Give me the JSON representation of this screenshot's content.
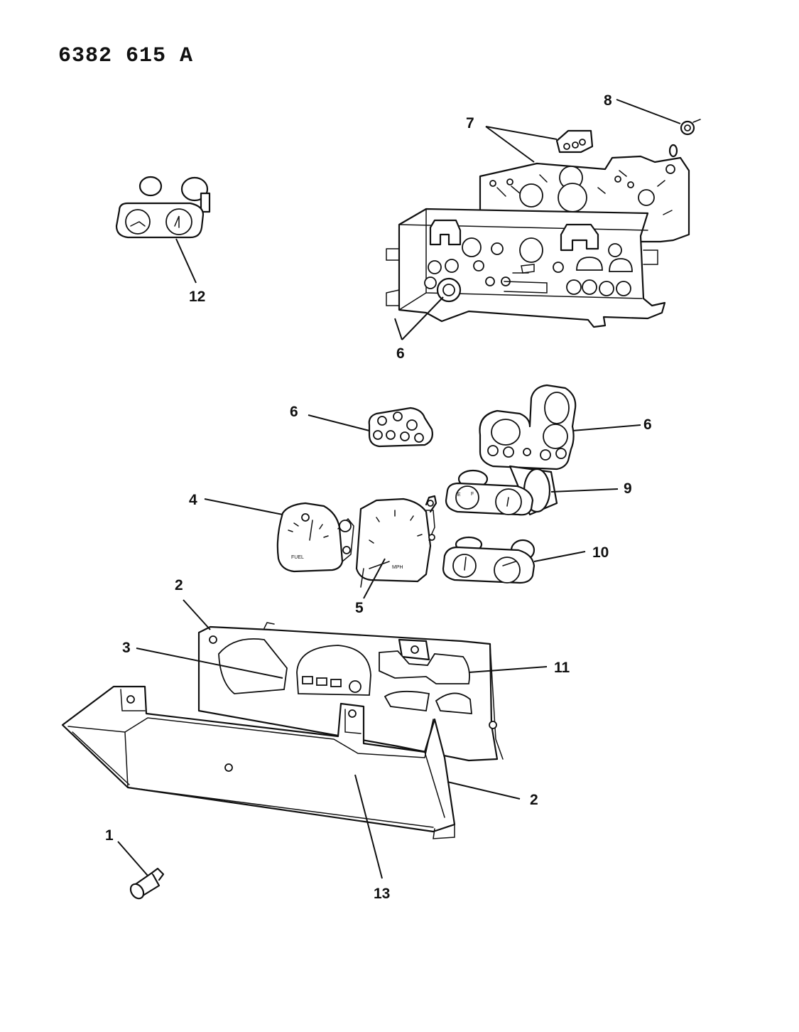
{
  "document_id": "6382 615 A",
  "callouts": {
    "c1": "1",
    "c2a": "2",
    "c2b": "2",
    "c3": "3",
    "c4": "4",
    "c5": "5",
    "c6a": "6",
    "c6b": "6",
    "c6c": "6",
    "c7": "7",
    "c8": "8",
    "c9": "9",
    "c10": "10",
    "c11": "11",
    "c12": "12",
    "c13": "13"
  },
  "colors": {
    "ink": "#111111",
    "paper": "#ffffff"
  }
}
